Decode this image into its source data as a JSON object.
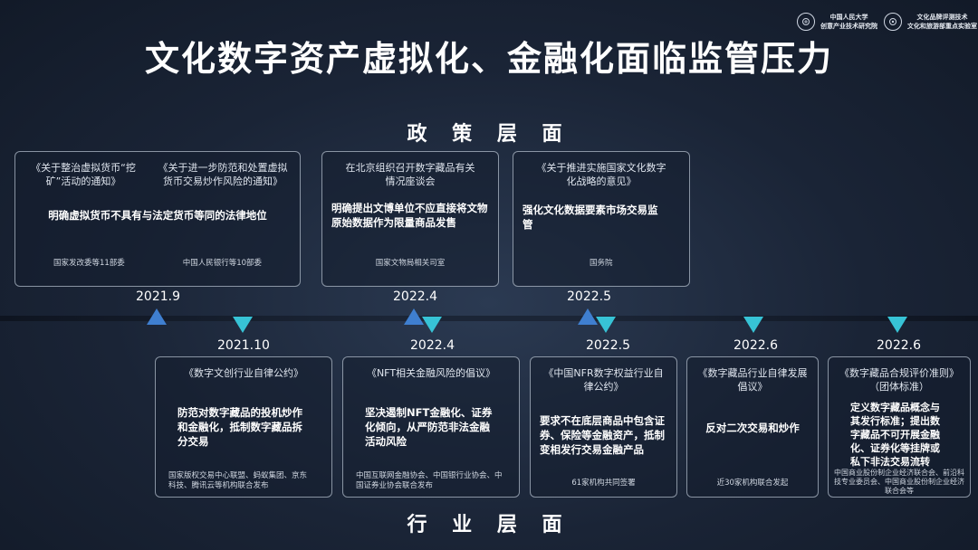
{
  "header": {
    "title": "文化数字资产虚拟化、金融化面临监管压力",
    "logos": [
      {
        "icon": "university-seal-icon",
        "lines": [
          "中国人民大学",
          "创意产业技术研究院"
        ]
      },
      {
        "icon": "lab-seal-icon",
        "lines": [
          "文化品牌评测技术",
          "文化和旅游部重点实验室"
        ]
      }
    ]
  },
  "policy": {
    "label": "政 策 层 面",
    "items": [
      {
        "date": "2021.9",
        "docs": [
          "《关于整治虚拟货币“挖矿”活动的通知》",
          "《关于进一步防范和处置虚拟货币交易炒作风险的通知》"
        ],
        "body": "明确虚拟货币不具有与法定货币等同的法律地位",
        "issuers": [
          "国家发改委等11部委",
          "中国人民银行等10部委"
        ]
      },
      {
        "date": "2022.4",
        "doc": "在北京组织召开数字藏品有关情况座谈会",
        "body": "明确提出文博单位不应直接将文物原始数据作为限量商品发售",
        "issuer": "国家文物局相关司室"
      },
      {
        "date": "2022.5",
        "doc": "《关于推进实施国家文化数字化战略的意见》",
        "body": "强化文化数据要素市场交易监管",
        "issuer": "国务院"
      }
    ]
  },
  "industry": {
    "label": "行 业 层 面",
    "items": [
      {
        "date": "2021.10",
        "doc": "《数字文创行业自律公约》",
        "body": "防范对数字藏品的投机炒作和金融化，抵制数字藏品拆分交易",
        "issuer": "国家版权交易中心联盟、蚂蚁集团、京东科技、腾讯云等机构联合发布"
      },
      {
        "date": "2022.4",
        "doc": "《NFT相关金融风险的倡议》",
        "body": "坚决遏制NFT金融化、证券化倾向，从严防范非法金融活动风险",
        "issuer": "中国互联网金融协会、中国银行业协会、中国证券业协会联合发布"
      },
      {
        "date": "2022.5",
        "doc": "《中国NFR数字权益行业自律公约》",
        "body": "要求不在底层商品中包含证券、保险等金融资产，抵制变相发行交易金融产品",
        "issuer": "61家机构共同签署"
      },
      {
        "date": "2022.6",
        "doc": "《数字藏品行业自律发展倡议》",
        "body": "反对二次交易和炒作",
        "issuer": "近30家机构联合发起"
      },
      {
        "date": "2022.6",
        "doc": "《数字藏品合规评价准则》（团体标准）",
        "body": "定义数字藏品概念与其发行标准；提出数字藏品不可开展金融化、证券化等挂牌或私下非法交易流转",
        "issuer": "中国商业股份制企业经济联合会、前沿科技专业委员会、中国商业股份制企业经济联合会等"
      }
    ]
  },
  "colors": {
    "policy_marker": "#3f7fd0",
    "industry_marker": "#37c3d6",
    "background": "#1a2436"
  }
}
